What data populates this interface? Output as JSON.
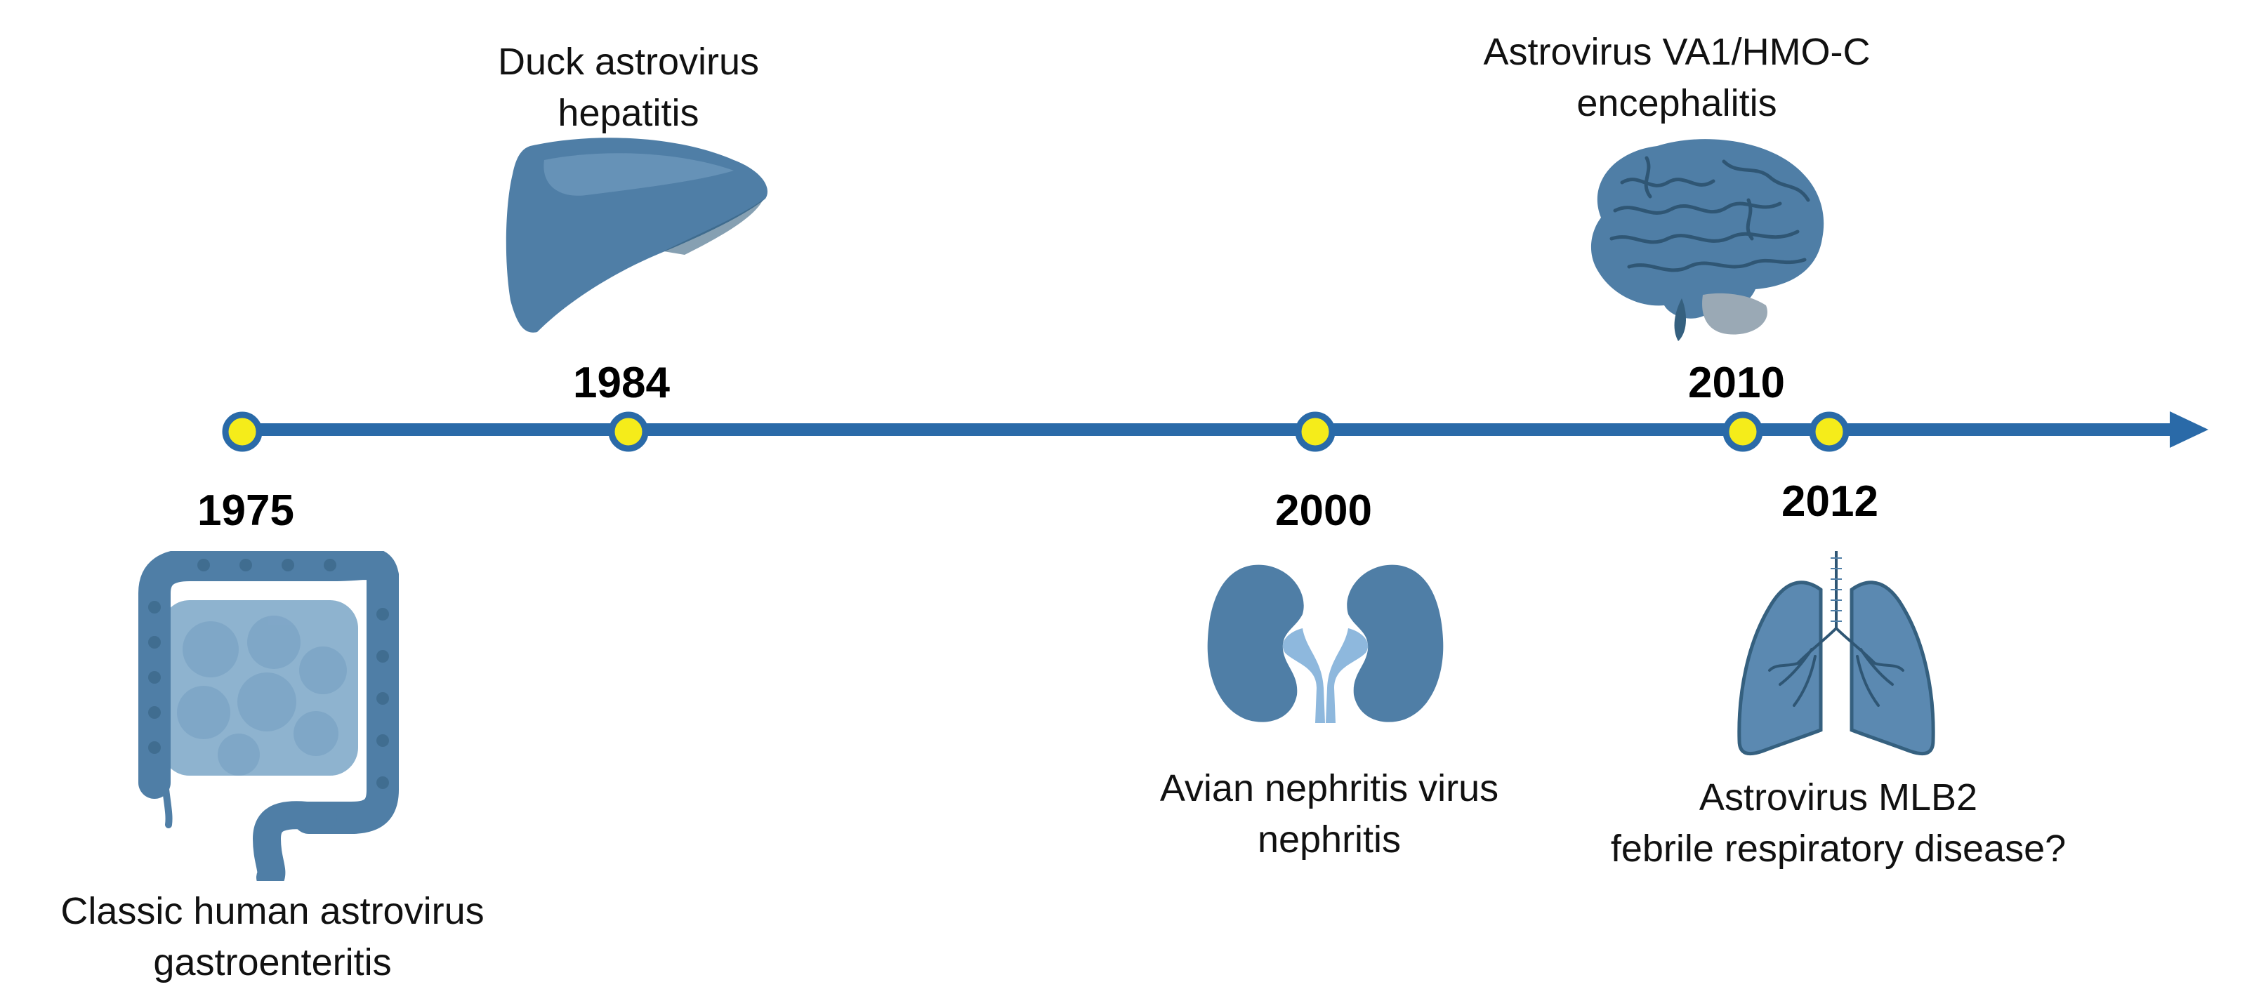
{
  "timeline": {
    "colors": {
      "axis": "#2a6aa8",
      "marker_fill": "#f5ec1a",
      "marker_ring": "#2a6aa8",
      "organ": "#4f7ea6",
      "organ_dark": "#35607f",
      "organ_light": "#7aa3c4"
    },
    "events": [
      {
        "year": "1975",
        "organ_icon": "intestine-icon",
        "caption": [
          "Classic human astrovirus",
          "gastroenteritis"
        ]
      },
      {
        "year": "1984",
        "organ_icon": "liver-icon",
        "caption": [
          "Duck astrovirus",
          "hepatitis"
        ]
      },
      {
        "year": "2000",
        "organ_icon": "kidneys-icon",
        "caption": [
          "Avian nephritis virus",
          "nephritis"
        ]
      },
      {
        "year": "2010",
        "organ_icon": "brain-icon",
        "caption": [
          "Astrovirus VA1/HMO-C",
          "encephalitis"
        ]
      },
      {
        "year": "2012",
        "organ_icon": "lungs-icon",
        "caption": [
          "Astrovirus MLB2",
          "febrile respiratory disease?"
        ]
      }
    ]
  }
}
